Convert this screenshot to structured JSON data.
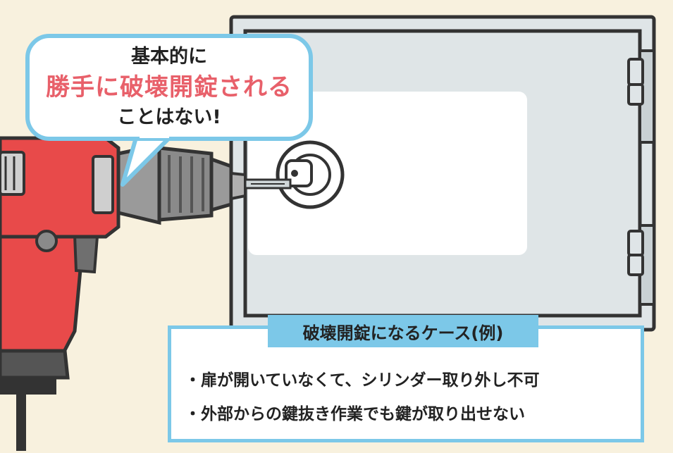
{
  "speech_bubble": {
    "line1": "基本的に",
    "line2": "勝手に破壊開錠される",
    "line3": "ことはない!"
  },
  "info_box": {
    "title": "破壊開錠になるケース(例)",
    "items": [
      "扉が開いていなくて、シリンダー取り外し不可",
      "外部からの鍵抜き作業でも鍵が取り出せない"
    ]
  },
  "colors": {
    "background": "#f8f1de",
    "accent_blue": "#7cc8e8",
    "highlight_red": "#e8606a",
    "drill_red": "#e84a4a",
    "safe_body": "#dfe5e7",
    "outline": "#333333"
  },
  "icons": [
    "power-drill-icon",
    "safe-icon",
    "key-cylinder-icon"
  ]
}
